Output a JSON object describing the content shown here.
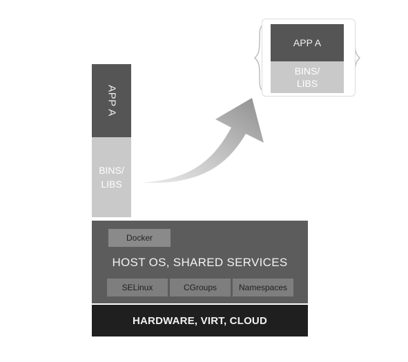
{
  "left_stack": {
    "app_label": "APP A",
    "libs_line1": "BINS/",
    "libs_line2": "LIBS"
  },
  "right_stack": {
    "app_label": "APP A",
    "libs_line1": "BINS/",
    "libs_line2": "LIBS"
  },
  "host": {
    "docker_label": "Docker",
    "title": "HOST OS, SHARED SERVICES",
    "services": [
      "SELinux",
      "CGroups",
      "Namespaces"
    ]
  },
  "hardware": {
    "label": "HARDWARE, VIRT, CLOUD"
  },
  "colors": {
    "app_block": "#555555",
    "libs_block": "#c9c9c9",
    "host_block": "#5c5c5c",
    "hardware_block": "#1f1f1f",
    "arrow": "#a0a0a0"
  }
}
